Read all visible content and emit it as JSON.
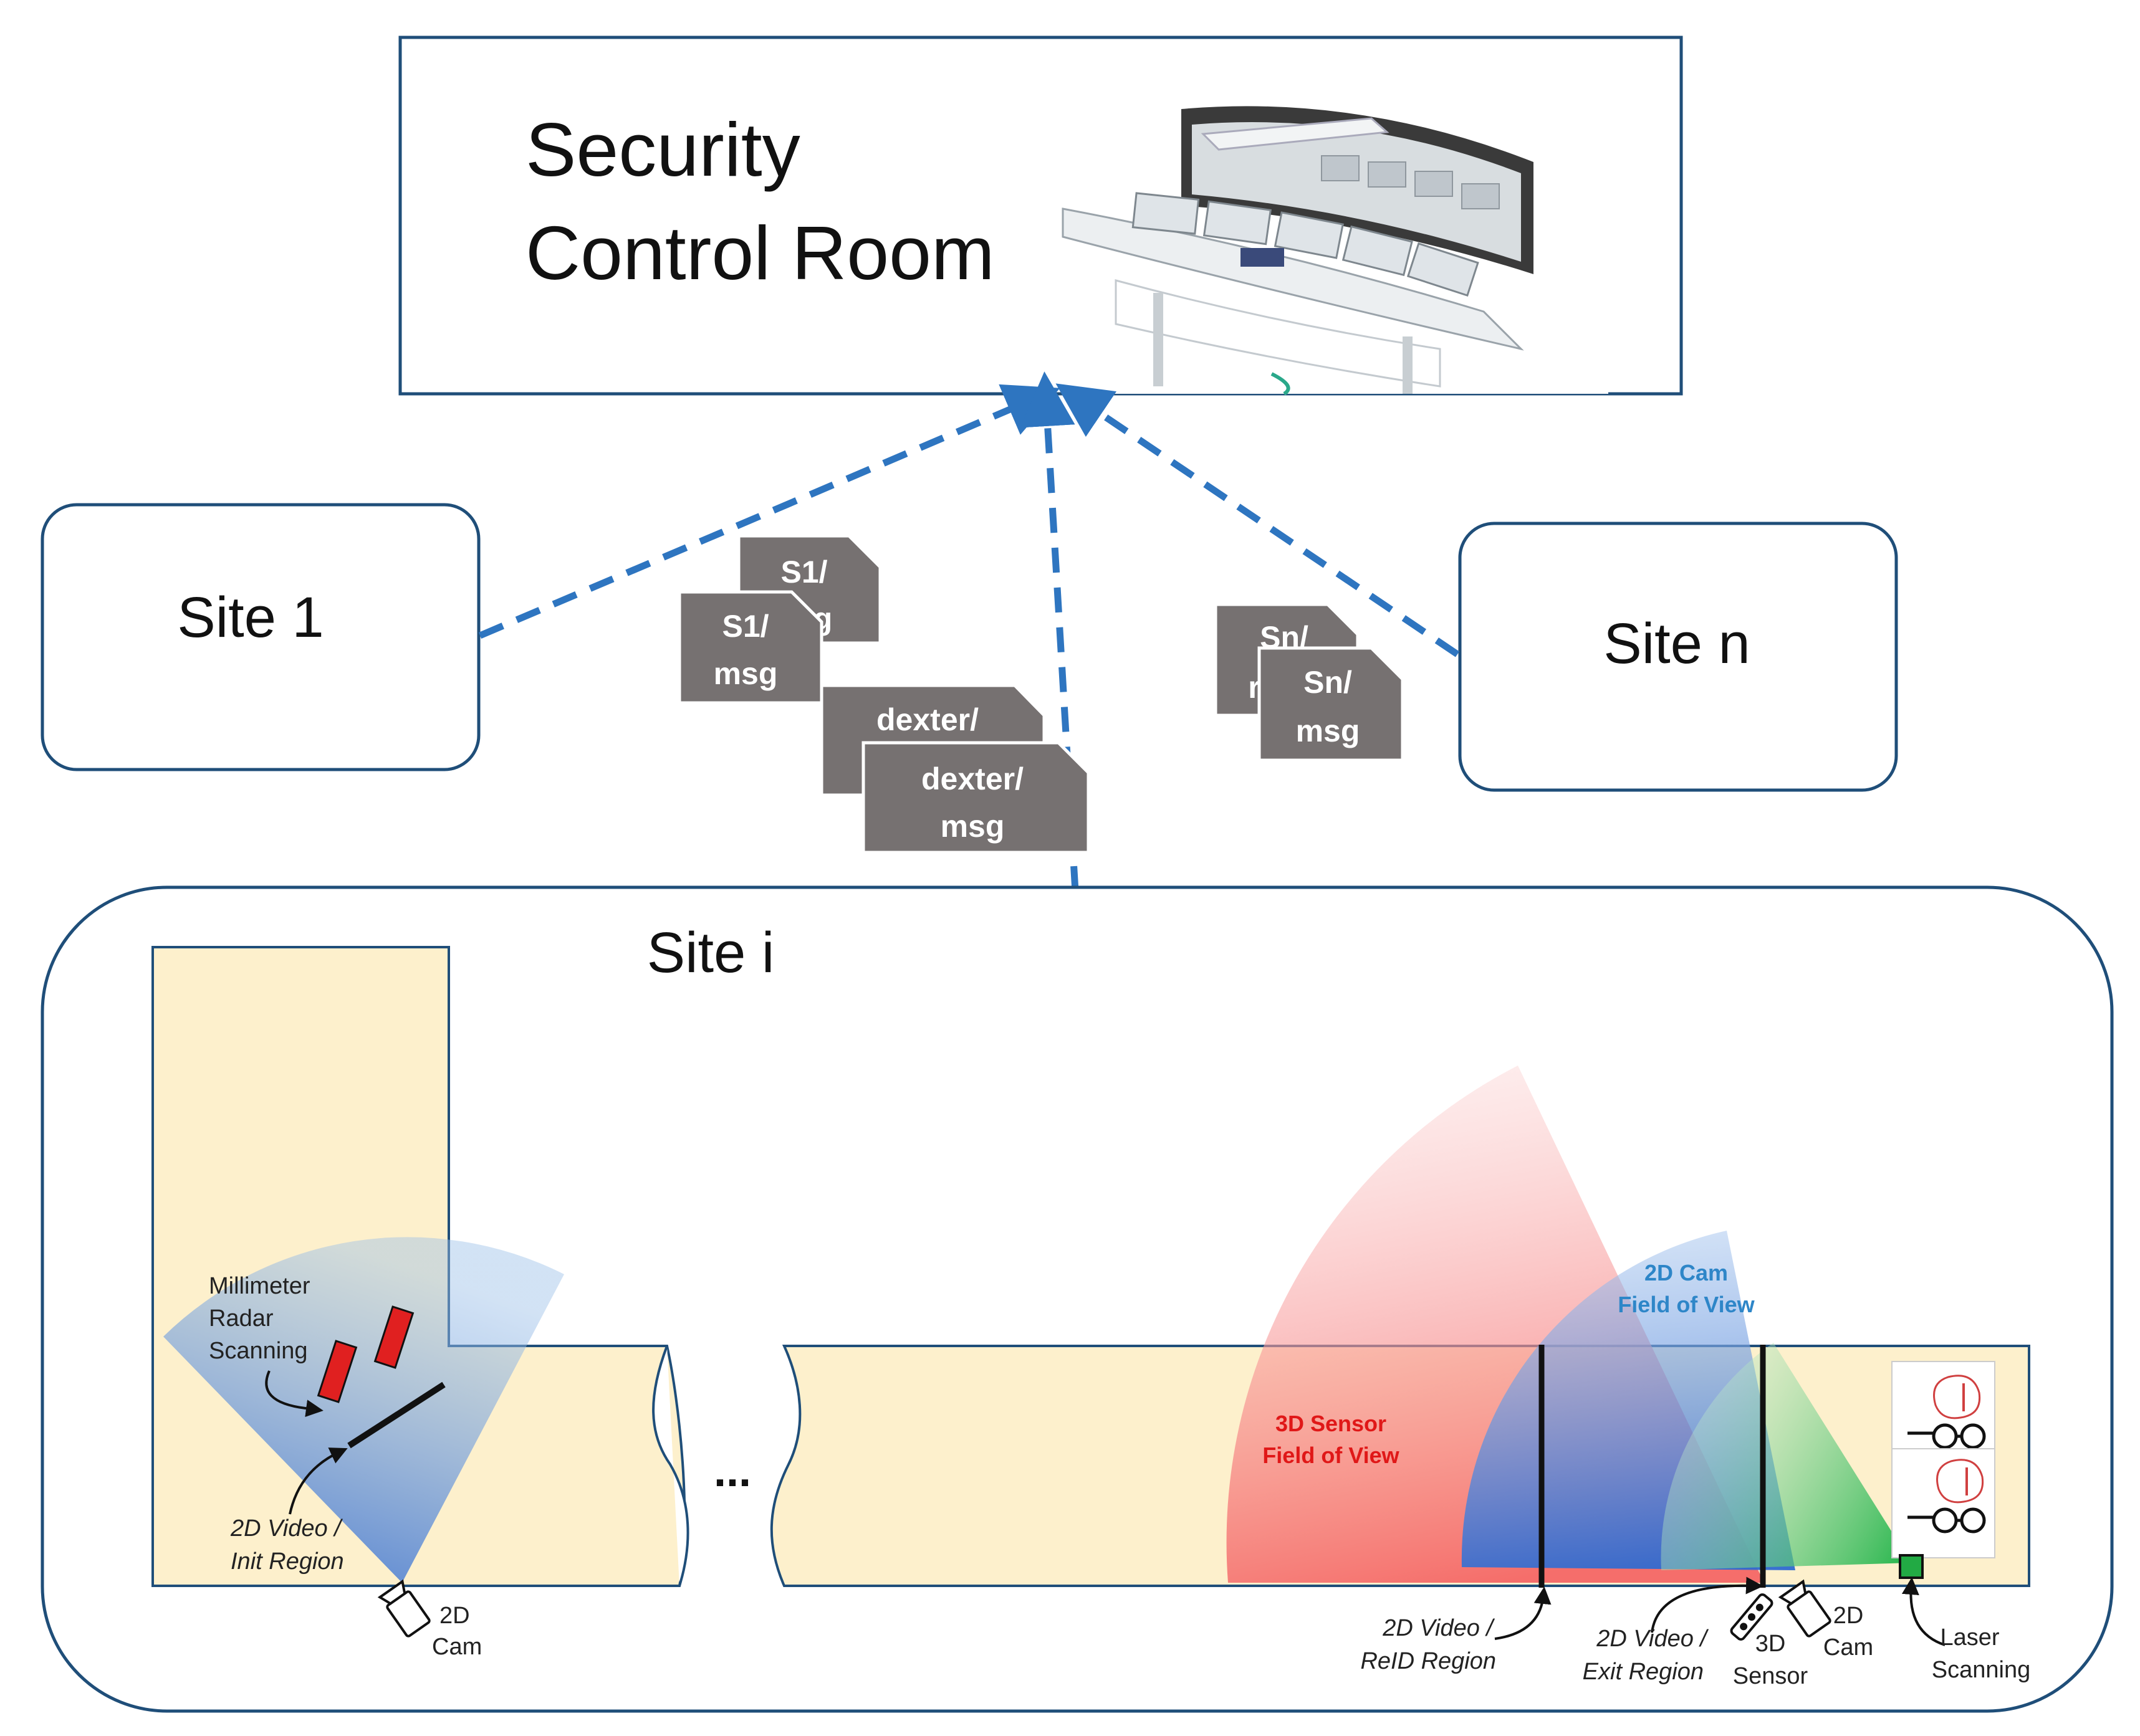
{
  "control_room": {
    "title_line1": "Security",
    "title_line2": "Control Room"
  },
  "sites": {
    "site_1": "Site 1",
    "site_n": "Site n",
    "site_i": "Site i"
  },
  "messages": {
    "s1_back_l1": "S1/",
    "s1_back_l2": "g",
    "s1_front_l1": "S1/",
    "s1_front_l2": "msg",
    "dexter_back_l1": "dexter/",
    "dexter_front_l1": "dexter/",
    "dexter_front_l2": "msg",
    "sn_back_l1": "Sn/",
    "sn_back_l2": "r",
    "sn_front_l1": "Sn/",
    "sn_front_l2": "msg"
  },
  "site_i_labels": {
    "radar_l1": "Millimeter",
    "radar_l2": "Radar",
    "radar_l3": "Scanning",
    "init_l1": "2D Video /",
    "init_l2": "Init Region",
    "cam_left_l1": "2D",
    "cam_left_l2": "Cam",
    "ellipsis": "...",
    "sensor_fov_l1": "3D Sensor",
    "sensor_fov_l2": "Field of View",
    "cam_fov_l1": "2D Cam",
    "cam_fov_l2": "Field of View",
    "reid_l1": "2D Video /",
    "reid_l2": "ReID Region",
    "exit_l1": "2D Video /",
    "exit_l2": "Exit Region",
    "sensor3d_l1": "3D",
    "sensor3d_l2": "Sensor",
    "cam_right_l1": "2D",
    "cam_right_l2": "Cam",
    "laser_l1": "Laser",
    "laser_l2": "Scanning"
  },
  "colors": {
    "site_border": "#1f4e79",
    "dashed_link": "#2e75c0",
    "message_tile": "#767171",
    "corridor": "#fdf0cc",
    "radar_block": "#e02020",
    "sensor_fov": "#f4a0a0",
    "cam_fov": "#3a78d0",
    "laser_fov": "#22aa44",
    "cam_fov_text": "#2e86c8",
    "sensor_fov_text": "#e01818"
  }
}
